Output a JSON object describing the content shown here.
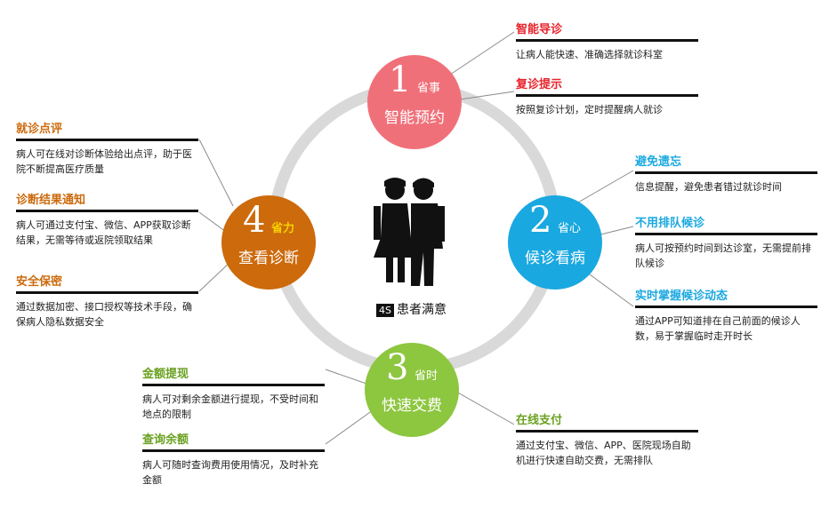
{
  "center": {
    "badge": "4S",
    "label": "患者满意"
  },
  "nodes": [
    {
      "num": "1",
      "tag": "省事",
      "name": "智能预约",
      "color": "#f0707a"
    },
    {
      "num": "2",
      "tag": "省心",
      "name": "候诊看病",
      "color": "#1aa8e0"
    },
    {
      "num": "3",
      "tag": "省时",
      "name": "快速交费",
      "color": "#8dc63f"
    },
    {
      "num": "4",
      "tag": "省力",
      "name": "查看诊断",
      "color": "#cc6a0c",
      "tag_color": "#f6d200"
    }
  ],
  "items": {
    "zhineng": {
      "title": "智能导诊",
      "desc": "让病人能快速、准确选择就诊科室",
      "color": "#e8232b"
    },
    "fuzhen": {
      "title": "复诊提示",
      "desc": "按照复诊计划，定时提醒病人就诊",
      "color": "#e8232b"
    },
    "bimian": {
      "title": "避免遗忘",
      "desc": "信息提醒，避免患者错过就诊时间",
      "color": "#1aa8e0"
    },
    "buyong": {
      "title": "不用排队候诊",
      "desc": "病人可按预约时间到达诊室，无需提前排队候诊",
      "color": "#1aa8e0"
    },
    "shishi": {
      "title": "实时掌握候诊动态",
      "desc": "通过APP可知道排在自己前面的候诊人数，易于掌握临时走开时长",
      "color": "#1aa8e0"
    },
    "zaixian": {
      "title": "在线支付",
      "desc": "通过支付宝、微信、APP、医院现场自助机进行快速自助交费，无需排队",
      "color": "#6aa121"
    },
    "jine": {
      "title": "金额提现",
      "desc": "病人可对剩余金额进行提现，不受时间和地点的限制",
      "color": "#6aa121"
    },
    "chaxun": {
      "title": "查询余额",
      "desc": "病人可随时查询费用使用情况，及时补充金额",
      "color": "#6aa121"
    },
    "jiuzhen": {
      "title": "就诊点评",
      "desc": "病人可在线对诊断体验给出点评，助于医院不断提高医疗质量",
      "color": "#cc6a0c"
    },
    "zhenduan": {
      "title": "诊断结果通知",
      "desc": "病人可通过支付宝、微信、APP获取诊断结果，无需等待或返院领取结果",
      "color": "#cc6a0c"
    },
    "anquan": {
      "title": "安全保密",
      "desc": "通过数据加密、接口授权等技术手段，确保病人隐私数据安全",
      "color": "#cc6a0c"
    }
  }
}
